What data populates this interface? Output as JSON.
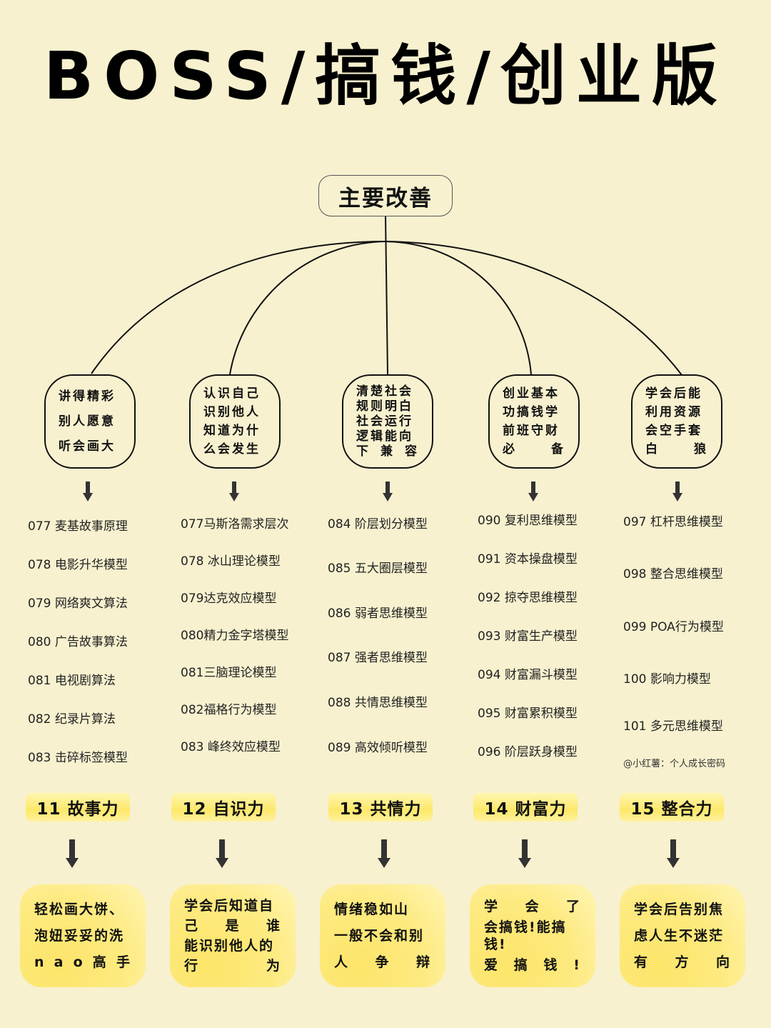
{
  "title": "BOSS/搞钱/创业版",
  "root": {
    "label": "主要改善"
  },
  "branches": [
    {
      "bubble_lines": [
        [
          "讲得精彩"
        ],
        [
          "别人愿意"
        ],
        [
          "听会画大"
        ]
      ],
      "models": [
        "077 麦基故事原理",
        "078 电影升华模型",
        "079 网络爽文算法",
        "080 广告故事算法",
        "081 电视剧算法",
        "082 纪录片算法",
        "083 击碎标签模型"
      ],
      "label": "11 故事力",
      "result_lines": [
        [
          "轻松画大饼、"
        ],
        [
          "泡妞妥妥的洗"
        ],
        [
          "n",
          "a",
          "o",
          "高",
          "手"
        ]
      ]
    },
    {
      "bubble_lines": [
        [
          "认识自己"
        ],
        [
          "识别他人"
        ],
        [
          "知道为什"
        ],
        [
          "么会发生"
        ]
      ],
      "models": [
        "077马斯洛需求层次",
        "078 冰山理论模型",
        "079达克效应模型",
        "080精力金字塔模型",
        "081三脑理论模型",
        "082福格行为模型",
        "083 峰终效应模型"
      ],
      "label": "12 自识力",
      "result_lines": [
        [
          "学会后知道自"
        ],
        [
          "己",
          "是",
          "谁"
        ],
        [
          "能识别他人的"
        ],
        [
          "行",
          "为"
        ]
      ]
    },
    {
      "bubble_lines": [
        [
          "清楚社会"
        ],
        [
          "规则明白"
        ],
        [
          "社会运行"
        ],
        [
          "逻辑能向"
        ],
        [
          "下",
          "兼",
          "容"
        ]
      ],
      "models": [
        "084 阶层划分模型",
        "085 五大圈层模型",
        "086 弱者思维模型",
        "087 强者思维模型",
        "088 共情思维模型",
        "089 高效倾听模型"
      ],
      "label": "13 共情力",
      "result_lines": [
        [
          "情绪稳如山"
        ],
        [
          "一般不会和别"
        ],
        [
          "人",
          "争",
          "辩"
        ]
      ]
    },
    {
      "bubble_lines": [
        [
          "创业基本"
        ],
        [
          "功搞钱学"
        ],
        [
          "前班守财"
        ],
        [
          "必",
          "备"
        ]
      ],
      "models": [
        "090 复利思维模型",
        "091 资本操盘模型",
        "092 掠夺思维模型",
        "093 财富生产模型",
        "094 财富漏斗模型",
        "095 财富累积模型",
        "096 阶层跃身模型"
      ],
      "label": "14 财富力",
      "result_lines": [
        [
          "学",
          "会",
          "了"
        ],
        [
          "会搞钱!能搞钱!"
        ],
        [
          "爱",
          "搞",
          "钱",
          "!"
        ]
      ]
    },
    {
      "bubble_lines": [
        [
          "学会后能"
        ],
        [
          "利用资源"
        ],
        [
          "会空手套"
        ],
        [
          "白",
          "狼"
        ]
      ],
      "models": [
        "097 杠杆思维模型",
        "098 整合思维模型",
        "099 POA行为模型",
        "100 影响力模型",
        "101 多元思维模型"
      ],
      "label": "15 整合力",
      "result_lines": [
        [
          "学会后告别焦"
        ],
        [
          "虑人生不迷茫"
        ],
        [
          "有",
          "方",
          "向"
        ]
      ]
    }
  ],
  "credit": "@小红薯：个人成长密码",
  "colors": {
    "background": "#f7f1cf",
    "label_yellow": "#fde86a",
    "line": "#111111"
  }
}
